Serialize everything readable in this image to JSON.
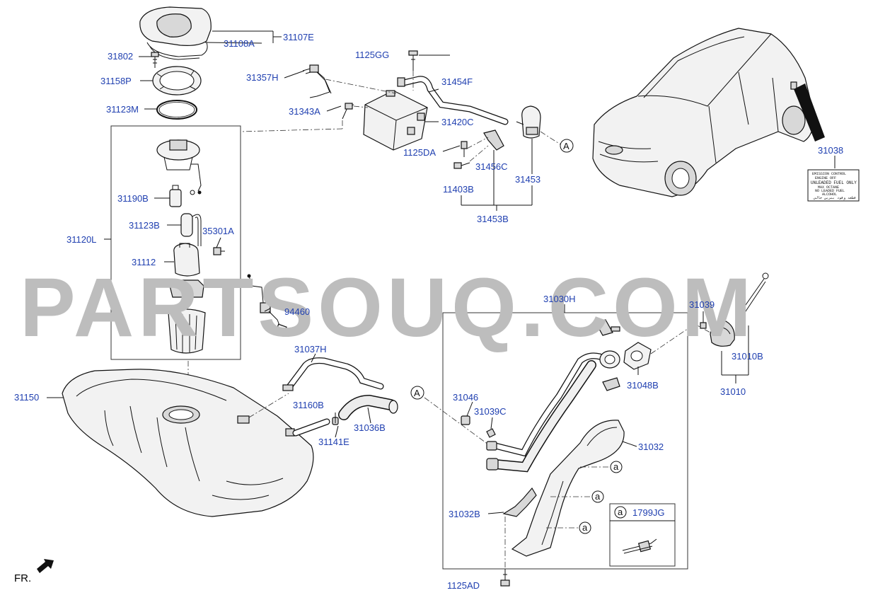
{
  "watermark": "PARTSOUQ.COM",
  "direction_label": "FR.",
  "callout_letter": "a",
  "clip_legend": "1799JG",
  "fuel_label_lines": [
    "EMISSION CONTROL",
    "ENGINE OFF   ",
    "UNLEADED FUEL ONLY",
    "MAX OCTANE",
    "NO LEADED FUEL",
    "ALCOHOL",
    "قطعه وقود بنزين خالي"
  ],
  "parts": [
    {
      "id": "p31107E",
      "label": "31107E"
    },
    {
      "id": "p31108A",
      "label": "31108A"
    },
    {
      "id": "p31802",
      "label": "31802"
    },
    {
      "id": "p31158P",
      "label": "31158P"
    },
    {
      "id": "p31123M",
      "label": "31123M"
    },
    {
      "id": "p31120L",
      "label": "31120L"
    },
    {
      "id": "p31190B",
      "label": "31190B"
    },
    {
      "id": "p31123B",
      "label": "31123B"
    },
    {
      "id": "p35301A",
      "label": "35301A"
    },
    {
      "id": "p31112",
      "label": "31112"
    },
    {
      "id": "p94460",
      "label": "94460"
    },
    {
      "id": "p31150",
      "label": "31150"
    },
    {
      "id": "p31037H",
      "label": "31037H"
    },
    {
      "id": "p31160B",
      "label": "31160B"
    },
    {
      "id": "p31141E",
      "label": "31141E"
    },
    {
      "id": "p31036B",
      "label": "31036B"
    },
    {
      "id": "p1125GG",
      "label": "1125GG"
    },
    {
      "id": "p31357H",
      "label": "31357H"
    },
    {
      "id": "p31343A",
      "label": "31343A"
    },
    {
      "id": "p31454F",
      "label": "31454F"
    },
    {
      "id": "p31420C",
      "label": "31420C"
    },
    {
      "id": "p1125DA",
      "label": "1125DA"
    },
    {
      "id": "p31456C",
      "label": "31456C"
    },
    {
      "id": "p11403B",
      "label": "11403B"
    },
    {
      "id": "p31453",
      "label": "31453"
    },
    {
      "id": "p31453B",
      "label": "31453B"
    },
    {
      "id": "p31038",
      "label": "31038"
    },
    {
      "id": "p31030H",
      "label": "31030H"
    },
    {
      "id": "p31046",
      "label": "31046"
    },
    {
      "id": "p31039C",
      "label": "31039C"
    },
    {
      "id": "p31048B",
      "label": "31048B"
    },
    {
      "id": "p31039",
      "label": "31039"
    },
    {
      "id": "p31010B",
      "label": "31010B"
    },
    {
      "id": "p31010",
      "label": "31010"
    },
    {
      "id": "p31032",
      "label": "31032"
    },
    {
      "id": "p31032B",
      "label": "31032B"
    },
    {
      "id": "p1125AD",
      "label": "1125AD"
    }
  ],
  "callouts": [
    {
      "id": "cA1",
      "letter": "A"
    },
    {
      "id": "cA2",
      "letter": "A"
    }
  ]
}
